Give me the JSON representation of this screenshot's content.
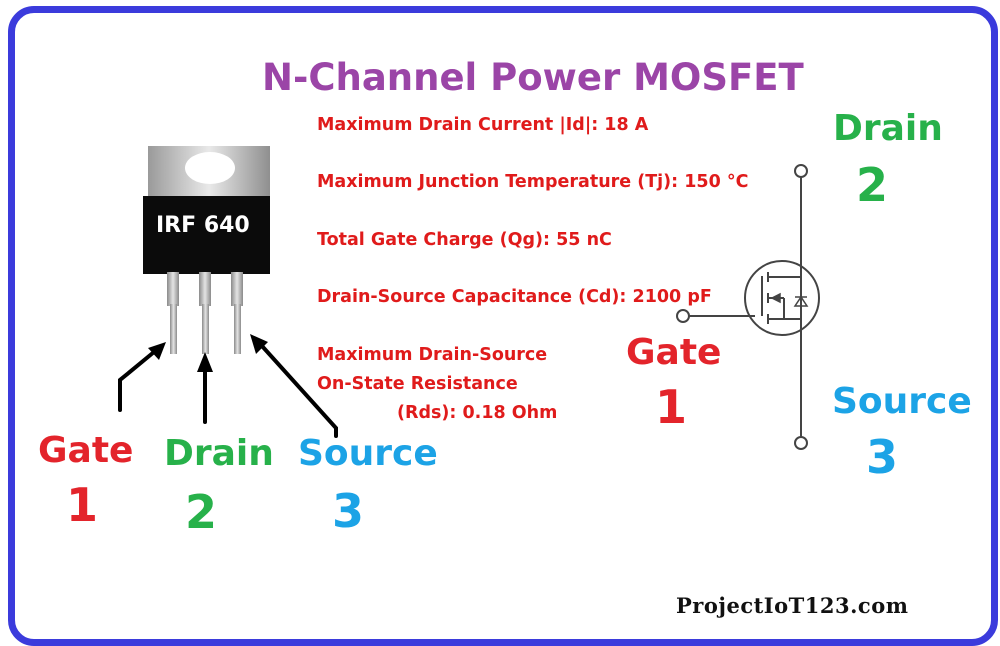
{
  "title": "N-Channel Power MOSFET",
  "part_number": "IRF 640",
  "specs": {
    "drain_current": "Maximum Drain Current |Id|: 18 A",
    "junction_temp": "Maximum Junction Temperature (Tj): 150 °C",
    "gate_charge": "Total Gate Charge (Qg): 55 nC",
    "capacitance": "Drain-Source Capacitance (Cd): 2100 pF",
    "resistance_line1": "Maximum Drain-Source",
    "resistance_line2": "On-State Resistance",
    "resistance_line3": "(Rds): 0.18 Ohm"
  },
  "package_pins": {
    "gate_name": "Gate",
    "gate_num": "1",
    "drain_name": "Drain",
    "drain_num": "2",
    "source_name": "Source",
    "source_num": "3"
  },
  "symbol_pins": {
    "drain_name": "Drain",
    "drain_num": "2",
    "gate_name": "Gate",
    "gate_num": "1",
    "source_name": "Source",
    "source_num": "3"
  },
  "watermark": "ProjectIoT123.com",
  "colors": {
    "border": "#3b3bdc",
    "title": "#9b45a7",
    "spec_text": "#e01b1b",
    "gate": "#e3242b",
    "drain": "#27b14a",
    "source": "#1ca3e6"
  }
}
